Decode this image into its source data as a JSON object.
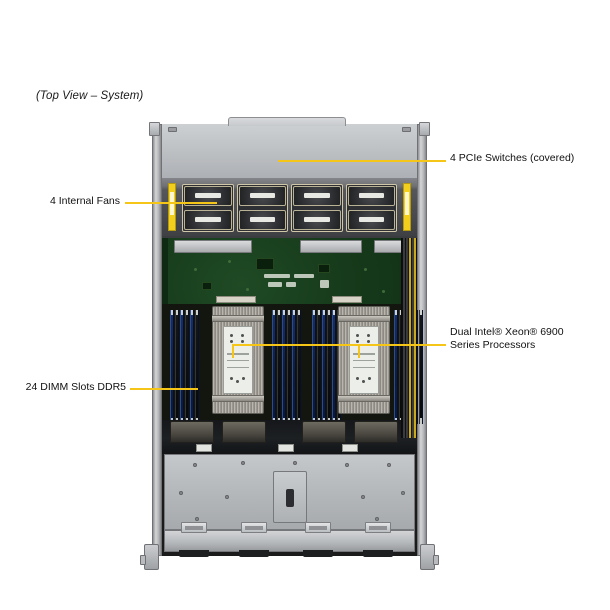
{
  "figure": {
    "title": "(Top View – System)",
    "accent_color": "#f5c518",
    "text_color": "#111111"
  },
  "callouts": [
    {
      "id": "pcie-switches",
      "label": "4 PCIe Switches (covered)",
      "side": "right",
      "target": "top-cover-plate"
    },
    {
      "id": "internal-fans",
      "label": "4 Internal Fans",
      "side": "left",
      "target": "fan-bay"
    },
    {
      "id": "processors",
      "label_line_1": "Dual Intel® Xeon® 6900",
      "label_line_2": "Series Processors",
      "side": "right",
      "target": "cpu-heatsinks"
    },
    {
      "id": "dimm-slots",
      "label": "24 DIMM Slots DDR5",
      "side": "left",
      "target": "dimm-bank-left"
    }
  ],
  "hardware": {
    "chassis": {
      "view": "top",
      "cover_plate": "PCIe switch cover",
      "rack_ears": 4
    },
    "fans": {
      "count": 4,
      "handle_color": "#f2cf1d"
    },
    "memory": {
      "slot_count": 24,
      "type": "DDR5",
      "banks": 4,
      "slots_per_bank": 6,
      "slot_color_a": "#1a2f63",
      "slot_color_b": "#15181c"
    },
    "processors": {
      "count": 2,
      "brand": "Intel® Xeon® 6900 Series"
    },
    "pcie_switches": {
      "count": 4,
      "state": "covered"
    },
    "board": {
      "pcb_color": "#163a1b",
      "shield_color": "#c3c6c8"
    },
    "lower_bays": {
      "count": 4
    }
  }
}
